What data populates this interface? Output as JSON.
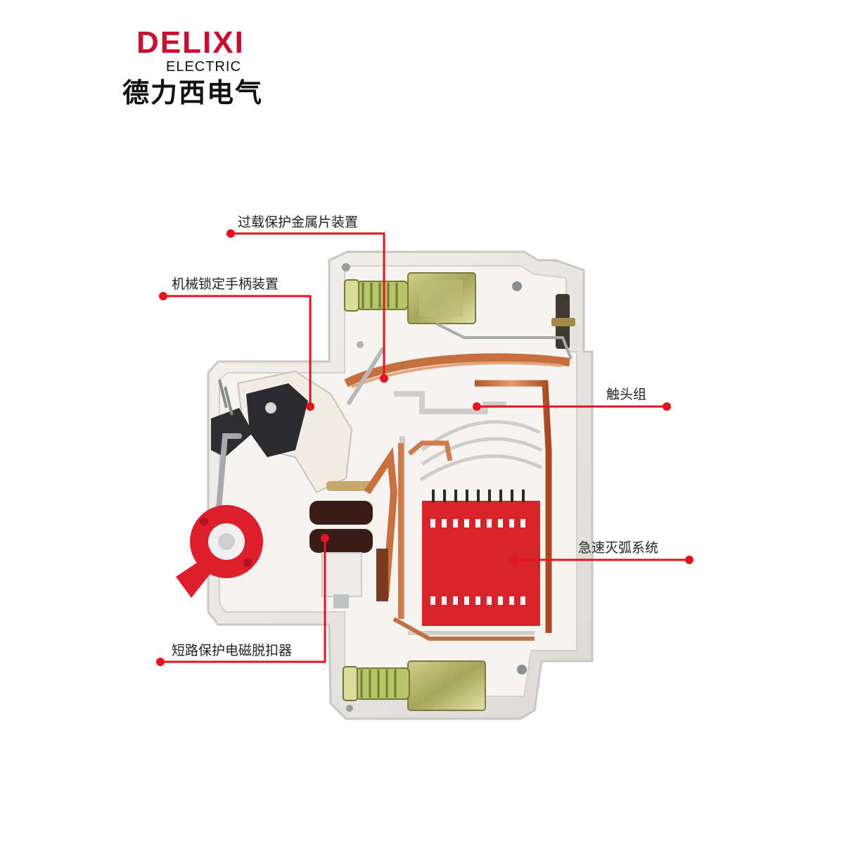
{
  "brand": {
    "name": "DELIXI",
    "sub": "ELECTRIC",
    "chinese": "德力西电气",
    "color": "#c8102e"
  },
  "labels": {
    "overload": "过载保护金属片装置",
    "handle_lock": "机械锁定手柄装置",
    "contacts": "触头组",
    "arc_quench": "急速灭弧系统",
    "short_circuit": "短路保护电磁脱扣器"
  },
  "colors": {
    "callout_line": "#e3141e",
    "housing": "#eceae6",
    "arc_chute": "#d8232a",
    "handle": "#dc1f2b"
  }
}
